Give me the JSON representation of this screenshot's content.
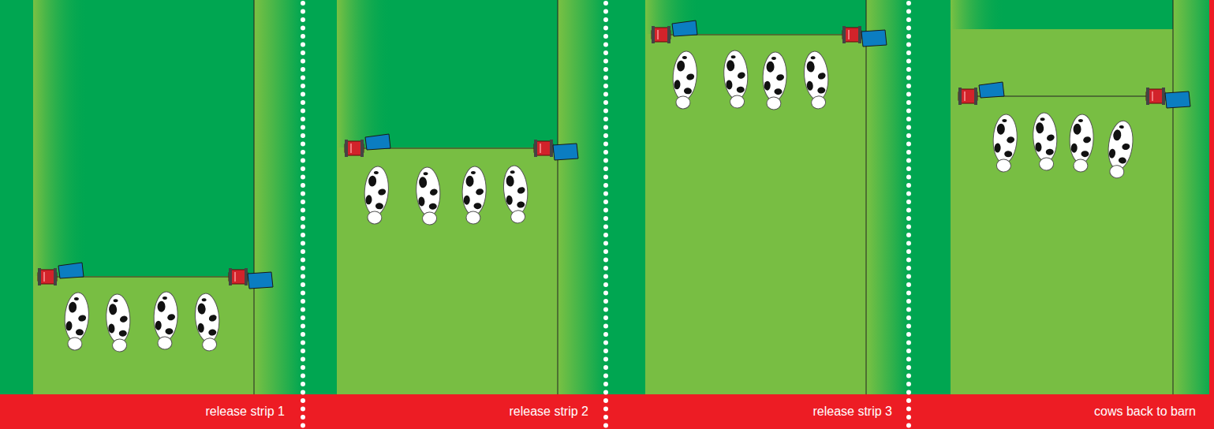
{
  "diagram": {
    "labels": [
      "release strip 1",
      "release strip 2",
      "release strip 3",
      "cows back to barn"
    ]
  }
}
